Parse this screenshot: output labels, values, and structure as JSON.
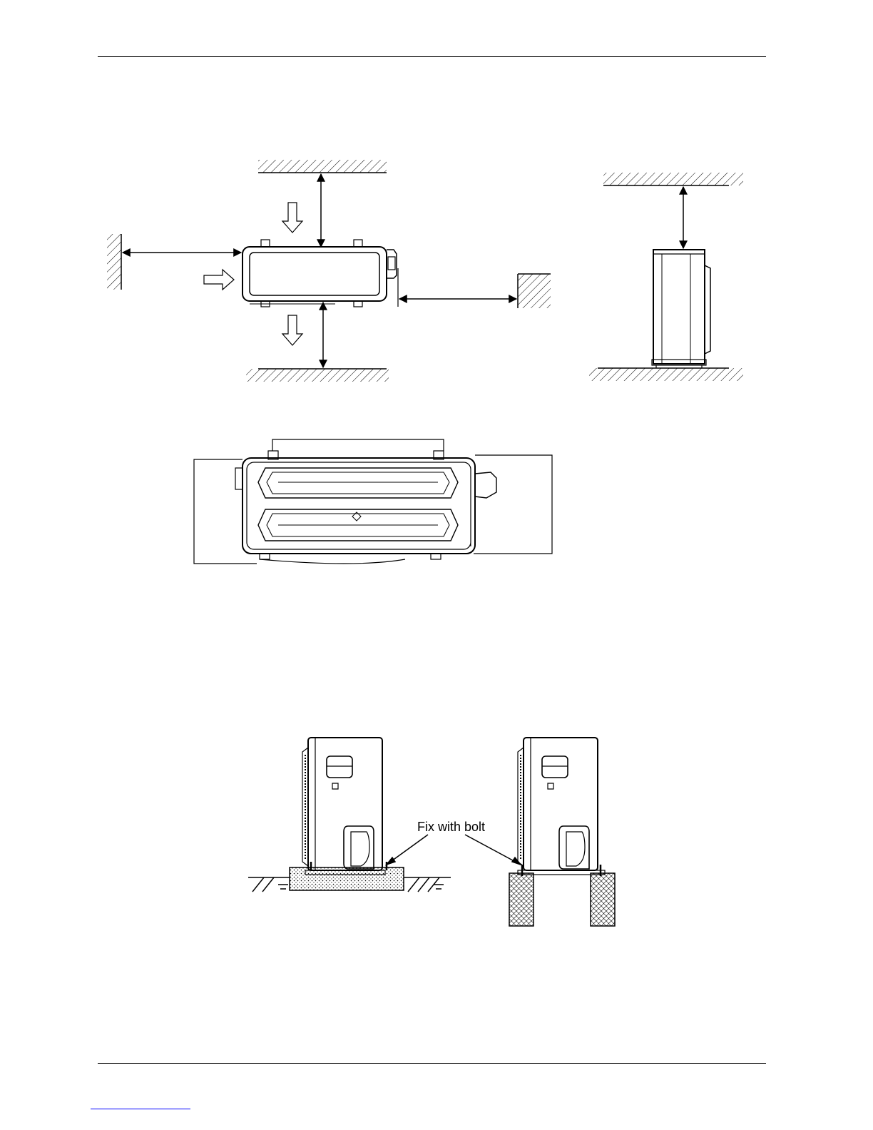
{
  "figures": {
    "clearance_top_view": {
      "icon": "outdoor-unit-top-view-clearance"
    },
    "clearance_side_view": {
      "icon": "outdoor-unit-side-view-clearance"
    },
    "mounting_footprint": {
      "icon": "outdoor-unit-mounting-footprint"
    },
    "foundation_fixing": {
      "icon": "outdoor-unit-foundation-fixing",
      "callout": "Fix with bolt"
    }
  },
  "colors": {
    "line": "#000000",
    "footer_link": "#0000ff"
  }
}
